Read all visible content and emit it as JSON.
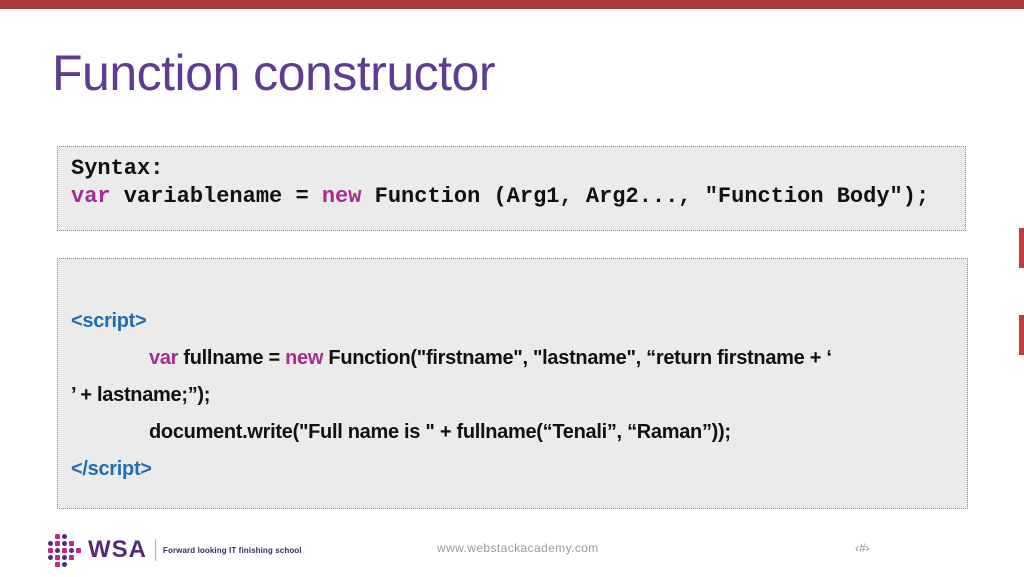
{
  "title": "Function constructor",
  "colors": {
    "title": "#5e3c93",
    "keyword": "#a62c93",
    "tag": "#1f6db3",
    "plain": "#111111",
    "code_bg": "#ebebeb",
    "box_border": "#8c8c8c",
    "top_bar": "#a83b3b",
    "edge_mark": "#bf3d3d",
    "logo_purple": "#552a7d",
    "logo_magenta": "#c0268d",
    "tagline": "#3c2a66",
    "footer_text": "#9a9a9a",
    "pagenum": "#8f8f8f"
  },
  "syntax_box": {
    "lines": [
      {
        "indent": false,
        "segments": [
          {
            "text": "Syntax:",
            "style": "plain"
          }
        ]
      },
      {
        "indent": false,
        "segments": [
          {
            "text": "var",
            "style": "keyword"
          },
          {
            "text": " variablename = ",
            "style": "plain"
          },
          {
            "text": "new",
            "style": "keyword"
          },
          {
            "text": " Function (Arg1, Arg2..., \"Function Body\");",
            "style": "plain"
          }
        ]
      }
    ]
  },
  "script_box": {
    "lines": [
      {
        "indent": false,
        "segments": [
          {
            "text": "<script>",
            "style": "tag"
          }
        ]
      },
      {
        "indent": true,
        "segments": [
          {
            "text": "var",
            "style": "keyword"
          },
          {
            "text": " fullname = ",
            "style": "plain"
          },
          {
            "text": "new",
            "style": "keyword"
          },
          {
            "text": " Function(\"firstname\", \"lastname\", “return firstname + ‘",
            "style": "plain"
          }
        ]
      },
      {
        "indent": false,
        "segments": [
          {
            "text": "’ + lastname;”);",
            "style": "plain"
          }
        ]
      },
      {
        "indent": true,
        "segments": [
          {
            "text": "document.write(\"Full name is \" + fullname(“Tenali”, “Raman”));",
            "style": "plain"
          }
        ]
      },
      {
        "indent": false,
        "segments": [
          {
            "text": "</script>",
            "style": "tag"
          }
        ]
      }
    ]
  },
  "footer": {
    "logo_text": "WSA",
    "tagline": "Forward looking IT finishing school",
    "website": "www.webstackacademy.com",
    "page_number": "‹#›",
    "logo_dots": [
      [
        0,
        2,
        1,
        0,
        0
      ],
      [
        1,
        2,
        1,
        2,
        0
      ],
      [
        2,
        1,
        2,
        1,
        2
      ],
      [
        1,
        2,
        1,
        2,
        0
      ],
      [
        0,
        2,
        1,
        0,
        0
      ]
    ]
  }
}
